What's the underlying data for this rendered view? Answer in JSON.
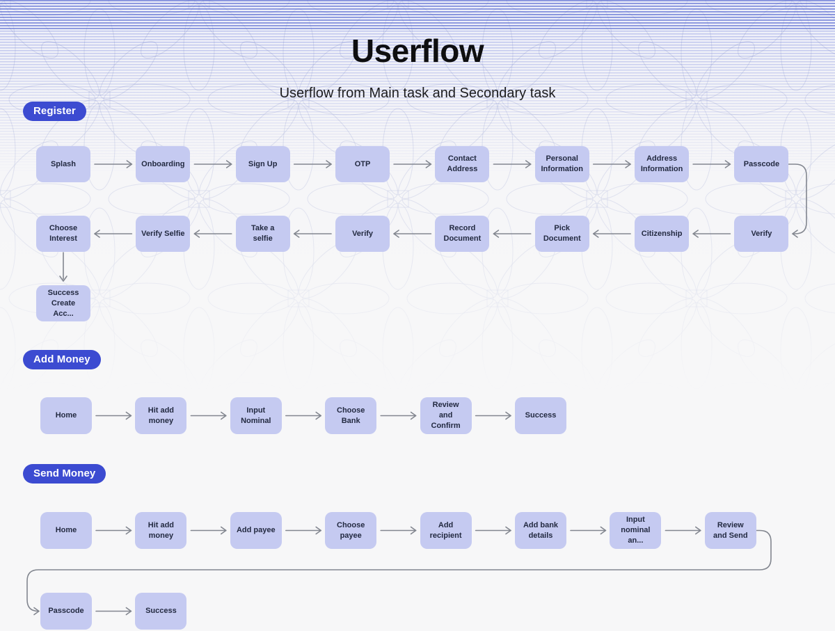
{
  "page": {
    "title": "Userflow",
    "subtitle": "Userflow from Main task and Secondary task"
  },
  "colors": {
    "background": "#f7f7f8",
    "node_fill": "#c5caf1",
    "node_text": "#232a41",
    "badge_fill": "#3c4bd1",
    "badge_text": "#ffffff",
    "connector": "#82868f",
    "stripe": "#6172d5",
    "ornament": "#aeb6da"
  },
  "sections": [
    {
      "id": "register",
      "label": "Register",
      "rows": [
        {
          "direction": "right",
          "nodes": [
            "Splash",
            "Onboarding",
            "Sign Up",
            "OTP",
            "Contact Address",
            "Personal Information",
            "Address Information",
            "Passcode"
          ]
        },
        {
          "direction": "left",
          "nodes": [
            "Choose Interest",
            "Verify Selfie",
            "Take a selfie",
            "Verify",
            "Record Document",
            "Pick Document",
            "Citizenship",
            "Verify"
          ]
        },
        {
          "direction": "none",
          "nodes": [
            "Success Create Acc..."
          ]
        }
      ],
      "special_connectors": [
        "Passcode wraps down-right into Verify (row 2)",
        "Choose Interest arrow down into Success Create Acc..."
      ]
    },
    {
      "id": "add-money",
      "label": "Add Money",
      "rows": [
        {
          "direction": "right",
          "nodes": [
            "Home",
            "Hit add money",
            "Input Nominal",
            "Choose Bank",
            "Review and Confirm",
            "Success"
          ]
        }
      ],
      "special_connectors": []
    },
    {
      "id": "send-money",
      "label": "Send Money",
      "rows": [
        {
          "direction": "right",
          "nodes": [
            "Home",
            "Hit add money",
            "Add payee",
            "Choose payee",
            "Add recipient",
            "Add bank details",
            "Input nominal an...",
            "Review and Send"
          ]
        },
        {
          "direction": "right",
          "nodes": [
            "Passcode",
            "Success"
          ]
        }
      ],
      "special_connectors": [
        "Review and Send wraps down-left into Passcode (bottom row)"
      ]
    }
  ]
}
